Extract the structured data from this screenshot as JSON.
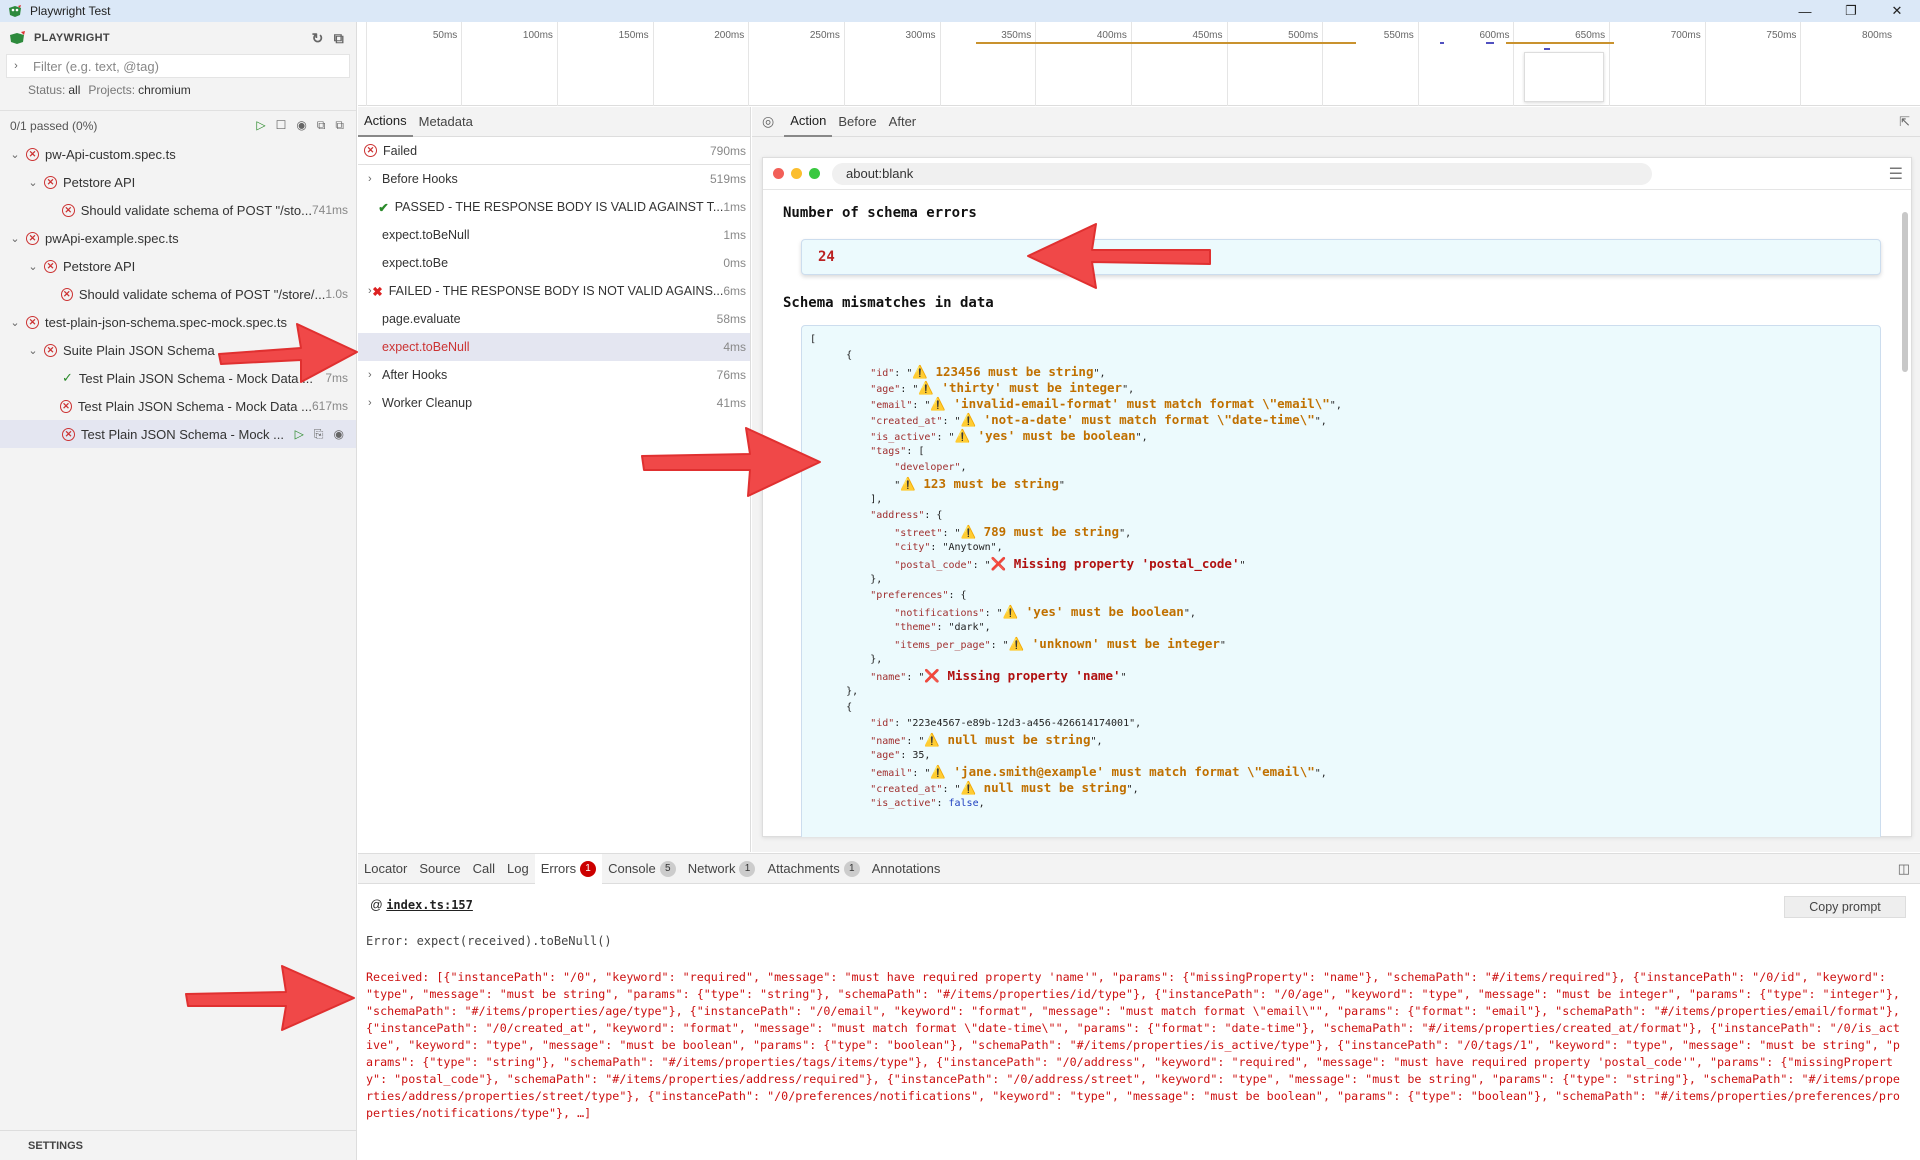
{
  "window": {
    "title": "Playwright Test",
    "minimize": "—",
    "maximize": "❐",
    "close": "✕"
  },
  "sidebar": {
    "header": "PLAYWRIGHT",
    "filter_placeholder": "Filter (e.g. text, @tag)",
    "status_label": "Status:",
    "status_value": "all",
    "projects_label": "Projects:",
    "projects_value": "chromium",
    "passed_summary": "0/1 passed (0%)",
    "settings": "SETTINGS",
    "tree": [
      {
        "label": "pw-Api-custom.spec.ts",
        "level": 0,
        "icon": "fail",
        "time": ""
      },
      {
        "label": "Petstore API",
        "level": 1,
        "icon": "fail",
        "time": ""
      },
      {
        "label": "Should validate schema of POST \"/sto...",
        "level": 2,
        "icon": "fail",
        "time": "741ms"
      },
      {
        "label": "pwApi-example.spec.ts",
        "level": 0,
        "icon": "fail",
        "time": ""
      },
      {
        "label": "Petstore API",
        "level": 1,
        "icon": "fail",
        "time": ""
      },
      {
        "label": "Should validate schema of POST \"/store/...",
        "level": 2,
        "icon": "fail",
        "time": "1.0s"
      },
      {
        "label": "test-plain-json-schema.spec-mock.spec.ts",
        "level": 0,
        "icon": "fail",
        "time": ""
      },
      {
        "label": "Suite Plain JSON Schema",
        "level": 1,
        "icon": "fail",
        "time": ""
      },
      {
        "label": "Test Plain JSON Schema - Mock Data ...",
        "level": 2,
        "icon": "pass",
        "time": "7ms"
      },
      {
        "label": "Test Plain JSON Schema - Mock Data ...",
        "level": 2,
        "icon": "fail",
        "time": "617ms"
      },
      {
        "label": "Test Plain JSON Schema - Mock ...",
        "level": 2,
        "icon": "fail",
        "time": ""
      }
    ]
  },
  "timeline": {
    "ticks": [
      "50ms",
      "100ms",
      "150ms",
      "200ms",
      "250ms",
      "300ms",
      "350ms",
      "400ms",
      "450ms",
      "500ms",
      "550ms",
      "600ms",
      "650ms",
      "700ms",
      "750ms",
      "800ms"
    ]
  },
  "actions": {
    "tabs": [
      "Actions",
      "Metadata"
    ],
    "failed_label": "Failed",
    "failed_time": "790ms",
    "rows": [
      {
        "label": "Before Hooks",
        "time": "519ms",
        "chev": true,
        "icon": ""
      },
      {
        "label": "PASSED - THE RESPONSE BODY IS VALID AGAINST T...",
        "time": "1ms",
        "chev": false,
        "icon": "pass"
      },
      {
        "label": "expect.toBeNull",
        "time": "1ms",
        "chev": false,
        "icon": ""
      },
      {
        "label": "expect.toBe",
        "time": "0ms",
        "chev": false,
        "icon": ""
      },
      {
        "label": "FAILED - THE RESPONSE BODY IS NOT VALID AGAINS...",
        "time": "6ms",
        "chev": true,
        "icon": "fail"
      },
      {
        "label": "page.evaluate",
        "time": "58ms",
        "chev": false,
        "icon": ""
      },
      {
        "label": "expect.toBeNull",
        "time": "4ms",
        "chev": false,
        "icon": "",
        "selected": true
      },
      {
        "label": "After Hooks",
        "time": "76ms",
        "chev": true,
        "icon": ""
      },
      {
        "label": "Worker Cleanup",
        "time": "41ms",
        "chev": true,
        "icon": ""
      }
    ]
  },
  "snapshot": {
    "tabs": [
      "Action",
      "Before",
      "After"
    ],
    "url": "about:blank",
    "heading_count": "Number of schema errors",
    "count": "24",
    "heading_mismatch": "Schema mismatches in data"
  },
  "bottom": {
    "tabs": [
      {
        "label": "Locator",
        "badge": ""
      },
      {
        "label": "Source",
        "badge": ""
      },
      {
        "label": "Call",
        "badge": ""
      },
      {
        "label": "Log",
        "badge": ""
      },
      {
        "label": "Errors",
        "badge": "1"
      },
      {
        "label": "Console",
        "badge": "5"
      },
      {
        "label": "Network",
        "badge": "1"
      },
      {
        "label": "Attachments",
        "badge": "1"
      },
      {
        "label": "Annotations",
        "badge": ""
      }
    ],
    "at_symbol": "@",
    "location": "index.ts:157",
    "copy_prompt": "Copy prompt",
    "error_line": "Error: expect(received).toBeNull()",
    "received": "Received: [{\"instancePath\": \"/0\", \"keyword\": \"required\", \"message\": \"must have required property 'name'\", \"params\": {\"missingProperty\": \"name\"}, \"schemaPath\": \"#/items/required\"}, {\"instancePath\": \"/0/id\", \"keyword\": \"type\", \"message\": \"must be string\", \"params\": {\"type\": \"string\"}, \"schemaPath\": \"#/items/properties/id/type\"}, {\"instancePath\": \"/0/age\", \"keyword\": \"type\", \"message\": \"must be integer\", \"params\": {\"type\": \"integer\"}, \"schemaPath\": \"#/items/properties/age/type\"}, {\"instancePath\": \"/0/email\", \"keyword\": \"format\", \"message\": \"must match format \\\"email\\\"\", \"params\": {\"format\": \"email\"}, \"schemaPath\": \"#/items/properties/email/format\"}, {\"instancePath\": \"/0/created_at\", \"keyword\": \"format\", \"message\": \"must match format \\\"date-time\\\"\", \"params\": {\"format\": \"date-time\"}, \"schemaPath\": \"#/items/properties/created_at/format\"}, {\"instancePath\": \"/0/is_active\", \"keyword\": \"type\", \"message\": \"must be boolean\", \"params\": {\"type\": \"boolean\"}, \"schemaPath\": \"#/items/properties/is_active/type\"}, {\"instancePath\": \"/0/tags/1\", \"keyword\": \"type\", \"message\": \"must be string\", \"params\": {\"type\": \"string\"}, \"schemaPath\": \"#/items/properties/tags/items/type\"}, {\"instancePath\": \"/0/address\", \"keyword\": \"required\", \"message\": \"must have required property 'postal_code'\", \"params\": {\"missingProperty\": \"postal_code\"}, \"schemaPath\": \"#/items/properties/address/required\"}, {\"instancePath\": \"/0/address/street\", \"keyword\": \"type\", \"message\": \"must be string\", \"params\": {\"type\": \"string\"}, \"schemaPath\": \"#/items/properties/address/properties/street/type\"}, {\"instancePath\": \"/0/preferences/notifications\", \"keyword\": \"type\", \"message\": \"must be boolean\", \"params\": {\"type\": \"boolean\"}, \"schemaPath\": \"#/items/properties/preferences/properties/notifications/type\"}, …]"
  },
  "colors": {
    "fail": "#cc3333",
    "pass": "#2a8a2a",
    "accent_arrow": "#f04848",
    "json_bg": "#ecfafd"
  }
}
